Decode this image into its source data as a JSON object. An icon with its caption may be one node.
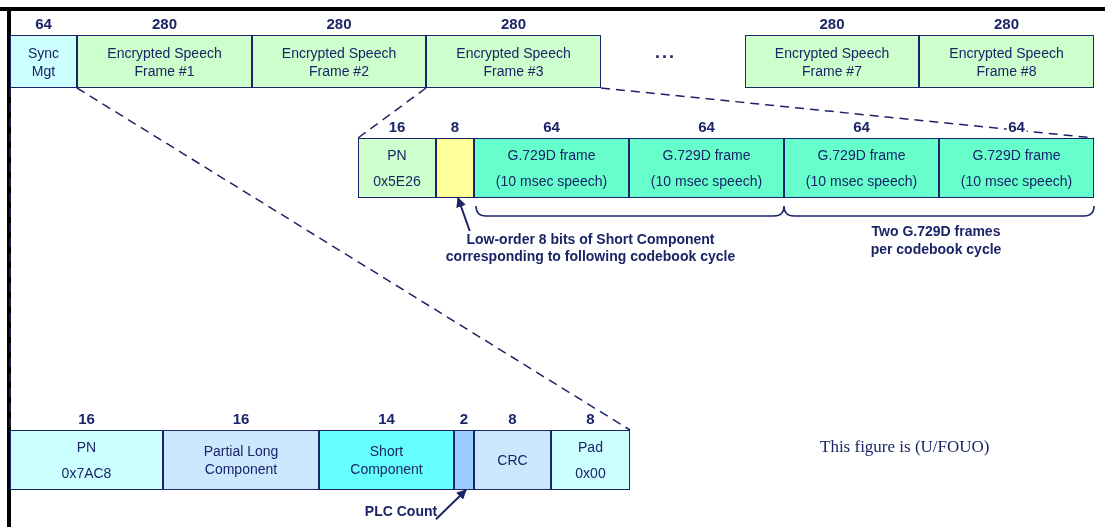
{
  "diagram": {
    "nodes": [
      {
        "text": [
          "Sync Mgt"
        ],
        "beside": [
          "64"
        ]
      },
      {
        "text": [
          "Encrypted Speech Frame #1"
        ],
        "beside": [
          "280"
        ]
      },
      {
        "text": [
          "Encrypted Speech Frame #2"
        ],
        "beside": [
          "280"
        ]
      },
      {
        "text": [
          "Encrypted Speech Frame #3"
        ],
        "beside": [
          "280"
        ]
      },
      {
        "text": [
          "Encrypted Speech Frame #7"
        ],
        "beside": [
          "280"
        ]
      },
      {
        "text": [
          "Encrypted Speech Frame #8"
        ],
        "beside": [
          "280"
        ]
      },
      {
        "text": [
          "PN",
          "0x5E26"
        ],
        "beside": [
          "16"
        ]
      },
      {
        "text": [],
        "shape": "box",
        "beside": [
          "8"
        ]
      },
      {
        "text": [
          "G.729D frame",
          "(10 msec speech)"
        ],
        "beside": [
          "64"
        ]
      },
      {
        "text": [
          "G.729D frame",
          "(10 msec speech)"
        ],
        "beside": [
          "64"
        ]
      },
      {
        "text": [
          "G.729D frame",
          "(10 msec speech)"
        ],
        "beside": [
          "64"
        ]
      },
      {
        "text": [
          "G.729D frame",
          "(10 msec speech)"
        ],
        "beside": [
          "64"
        ]
      },
      {
        "text": [
          "Low-order 8 bits of Short Component corresponding to following codebook cycle"
        ]
      },
      {
        "text": [
          "PN",
          "0x7AC8"
        ],
        "beside": [
          "16"
        ]
      },
      {
        "text": [
          "Partial Long Component"
        ],
        "beside": [
          "16"
        ]
      },
      {
        "text": [
          "Short Component"
        ],
        "beside": [
          "14"
        ]
      },
      {
        "text": [],
        "shape": "box",
        "beside": [
          "2"
        ]
      },
      {
        "text": [
          "CRC"
        ],
        "beside": [
          "8"
        ]
      },
      {
        "text": [
          "Pad",
          "0x00"
        ],
        "beside": [
          "8"
        ]
      },
      {
        "text": [
          "PLC Count"
        ]
      }
    ],
    "edges": [
      {
        "from": 0,
        "to": 13,
        "arrow": "none",
        "style": "dashed"
      },
      {
        "from": 0,
        "to": 18,
        "arrow": "none",
        "style": "dashed"
      },
      {
        "from": 3,
        "to": 6,
        "arrow": "none",
        "style": "dashed"
      },
      {
        "from": 3,
        "to": 11,
        "arrow": "none",
        "style": "dashed"
      },
      {
        "from": 12,
        "to": 7,
        "arrow": "to"
      },
      {
        "from": 19,
        "to": 16,
        "arrow": "to"
      }
    ],
    "labels": [
      "...",
      "Two G.729D frames per codebook cycle",
      "This figure is (U/FOUO)"
    ]
  }
}
